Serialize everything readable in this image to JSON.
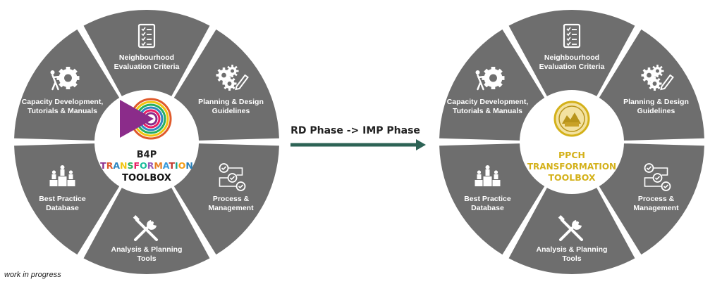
{
  "colors": {
    "segment": "#6e6e6e",
    "segment_gap": "#ffffff",
    "hub": "#ffffff",
    "arrow": "#2d6355",
    "ppch_gold": "#d4b11a",
    "b4p_purple": "#8b2c8a"
  },
  "left_wheel": {
    "segments": [
      {
        "lines": [
          "Neighbourhood",
          "Evaluation Criteria"
        ],
        "icon": "checklist-icon"
      },
      {
        "lines": [
          "Planning & Design",
          "Guidelines"
        ],
        "icon": "gears-pencil-icon"
      },
      {
        "lines": [
          "Process &",
          "Management"
        ],
        "icon": "process-flow-icon"
      },
      {
        "lines": [
          "Analysis & Planning",
          "Tools"
        ],
        "icon": "tools-icon"
      },
      {
        "lines": [
          "Best Practice",
          "Database"
        ],
        "icon": "podium-icon"
      },
      {
        "lines": [
          "Capacity Development,",
          "Tutorials & Manuals"
        ],
        "icon": "worker-gear-icon"
      }
    ],
    "hub": {
      "line1": "B4P",
      "line2": "TRANSFORMATION",
      "line3": "TOOLBOX",
      "logo": "b4p-target-logo-icon",
      "letter_colors": [
        "#8b2c8a",
        "#e05a2b",
        "#2e86c1",
        "#f1c40f",
        "#27ae60",
        "#e91e63",
        "#1abc9c",
        "#9b59b6",
        "#e67e22",
        "#3498db",
        "#c0392b",
        "#16a085",
        "#f39c12",
        "#2980b9"
      ]
    }
  },
  "right_wheel": {
    "segments": [
      {
        "lines": [
          "Neighbourhood",
          "Evaluation Criteria"
        ],
        "icon": "checklist-icon"
      },
      {
        "lines": [
          "Planning & Design",
          "Guidelines"
        ],
        "icon": "gears-pencil-icon"
      },
      {
        "lines": [
          "Process &",
          "Management"
        ],
        "icon": "process-flow-icon"
      },
      {
        "lines": [
          "Analysis & Planning",
          "Tools"
        ],
        "icon": "tools-icon"
      },
      {
        "lines": [
          "Best Practice",
          "Database"
        ],
        "icon": "podium-icon"
      },
      {
        "lines": [
          "Capacity Development,",
          "Tutorials & Manuals"
        ],
        "icon": "worker-gear-icon"
      }
    ],
    "hub": {
      "line1": "PPCH",
      "line2": "TRANSFORMATION",
      "line3": "TOOLBOX",
      "logo": "ppch-emblem-icon"
    }
  },
  "arrow": {
    "label": "RD Phase -> IMP Phase"
  },
  "footer": "work in progress"
}
